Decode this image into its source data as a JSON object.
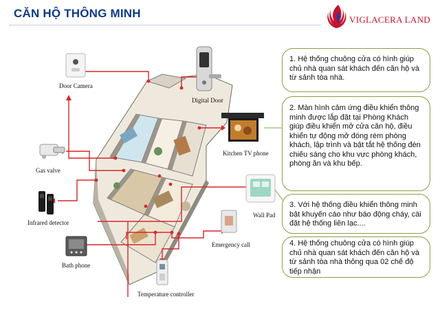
{
  "header": {
    "title": "CĂN HỘ THÔNG MINH",
    "logo_text": "VIGLACERA LAND"
  },
  "devices": [
    {
      "id": "door-camera",
      "label": "Door Camera"
    },
    {
      "id": "digital-door",
      "label": "Digital Door"
    },
    {
      "id": "kitchen-tv-phone",
      "label": "Kitchen TV phone"
    },
    {
      "id": "gas-valve",
      "label": "Gas valve"
    },
    {
      "id": "wall-pad",
      "label": "Wall Pad"
    },
    {
      "id": "infrared-detector",
      "label": "Infrared detector"
    },
    {
      "id": "emergency-call",
      "label": "Emergency call"
    },
    {
      "id": "bath-phone",
      "label": "Bath phone"
    },
    {
      "id": "temperature-controller",
      "label": "Temperature controller"
    }
  ],
  "info_boxes": [
    {
      "text": "1. Hệ thống chuông cửa có hình giúp chủ nhà quan sát khách đến căn hộ và từ sảnh tòa nhà."
    },
    {
      "text": "2. Màn hình cảm ứng điều khiển thông minh được lắp đặt tại Phòng Khách giúp điều khiển mở cửa căn hộ, điều khiển tự động mở đóng rèm phòng khách, lập trình và bật tắt hệ thống đèn chiếu sáng cho khu vực phòng khách, phòng ăn và khu bếp."
    },
    {
      "text": "3. Với hệ thống điều khiển thông minh bật khuyến cáo như báo động cháy, cài đặt hệ thống liên lạc...."
    },
    {
      "text": "4. Hệ thống chuông cửa có hình giúp chủ nhà quan sát khách đến căn hộ và từ sảnh tòa nhà thông qua 02 chế độ tiếp nhận"
    }
  ],
  "colors": {
    "title": "#0e3a8a",
    "brand_red": "#c8102e",
    "box_border": "#8c9d4a",
    "leader_line": "#d9262b"
  }
}
